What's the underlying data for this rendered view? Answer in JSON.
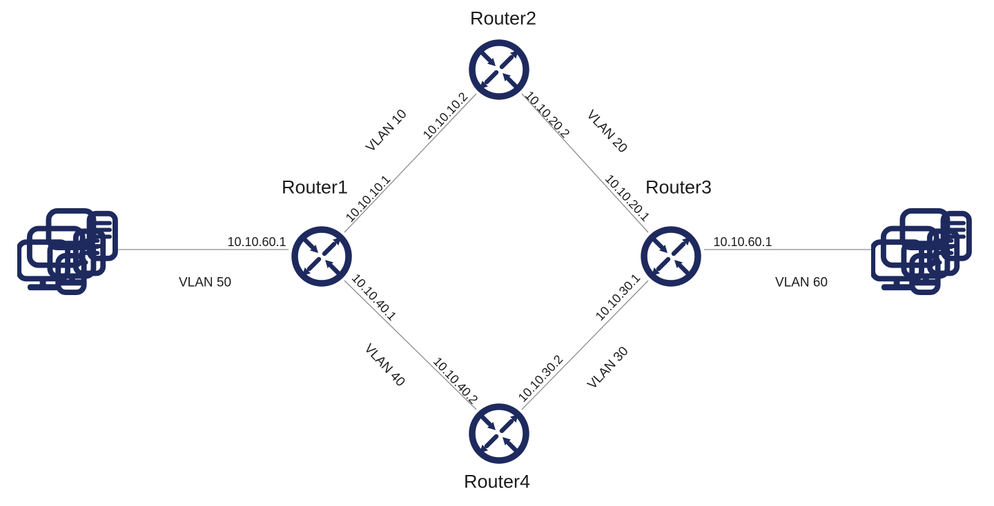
{
  "diagram": {
    "kind": "network-topology",
    "colors": {
      "node": "#1e2a5e",
      "wire": "#8c8c8c",
      "text": "#1c1c1c",
      "background": "#ffffff"
    },
    "nodes": {
      "router1": {
        "label": "Router1",
        "icon": "router-icon"
      },
      "router2": {
        "label": "Router2",
        "icon": "router-icon"
      },
      "router3": {
        "label": "Router3",
        "icon": "router-icon"
      },
      "router4": {
        "label": "Router4",
        "icon": "router-icon"
      },
      "lan_left": {
        "icon": "workstation-cluster-icon"
      },
      "lan_right": {
        "icon": "workstation-cluster-icon"
      }
    },
    "links": {
      "r1_r2": {
        "vlan": "VLAN 10",
        "ip_r1": "10.10.10.1",
        "ip_r2": "10.10.10.2"
      },
      "r2_r3": {
        "vlan": "VLAN 20",
        "ip_r2": "10.10.20.2",
        "ip_r3": "10.10.20.1"
      },
      "r4_r3": {
        "vlan": "VLAN 30",
        "ip_r4": "10.10.30.2",
        "ip_r3": "10.10.30.1"
      },
      "r1_r4": {
        "vlan": "VLAN 40",
        "ip_r1": "10.10.40.1",
        "ip_r4": "10.10.40.2"
      },
      "lan_r1": {
        "vlan": "VLAN 50",
        "ip_router": "10.10.60.1"
      },
      "r3_lan": {
        "vlan": "VLAN 60",
        "ip_router": "10.10.60.1"
      }
    }
  }
}
